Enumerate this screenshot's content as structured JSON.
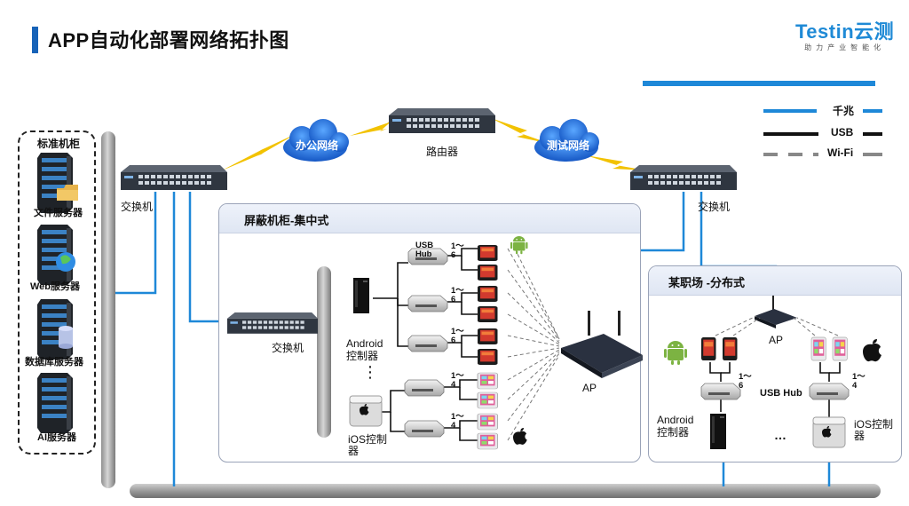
{
  "header": {
    "title": "APP自动化部署网络拓扑图",
    "logo_main": "Testin云测",
    "logo_sub": "助力产业智能化"
  },
  "legend": {
    "gigabit": "千兆",
    "usb": "USB",
    "wifi": "Wi-Fi"
  },
  "cabinet": {
    "title": "标准机柜",
    "servers": [
      "文件服务器",
      "Web服务器",
      "数据库服务器",
      "AI服务器"
    ]
  },
  "network": {
    "router": "路由器",
    "office_network": "办公网络",
    "test_network": "测试网络",
    "switch_left": "交换机",
    "switch_right": "交换机"
  },
  "shield_panel": {
    "title": "屏蔽机柜-集中式",
    "switch": "交换机",
    "android_controller": "Android\n控制器",
    "ios_controller": "iOS控制\n器",
    "usb_hub": "USB\nHub",
    "counts": [
      "1～\n6",
      "1～\n6",
      "1～\n6",
      "1～\n4",
      "1～\n4"
    ],
    "ellipsis": "⋮",
    "ap": "AP"
  },
  "field_panel": {
    "title": "某职场 -分布式",
    "ap": "AP",
    "usb_hub": "USB Hub",
    "count_android": "1～\n6",
    "count_ios": "1～\n4",
    "android_controller": "Android\n控制器",
    "ios_controller": "iOS控制\n器",
    "ellipsis": "…"
  },
  "colors": {
    "accent": "#1763b8",
    "gigabit_line": "#1e88d8",
    "usb_line": "#111111",
    "wifi_line": "#888888",
    "lightning": "#f2c200",
    "cloud": "#1f6fd6",
    "android": "#7cb342"
  },
  "icons": [
    "server-icon",
    "folder-icon",
    "globe-icon",
    "database-icon",
    "switch-icon",
    "router-icon",
    "cloud-icon",
    "usb-hub-icon",
    "phone-icon",
    "android-icon",
    "apple-icon",
    "ap-icon",
    "mini-pc-icon",
    "mac-mini-icon"
  ]
}
